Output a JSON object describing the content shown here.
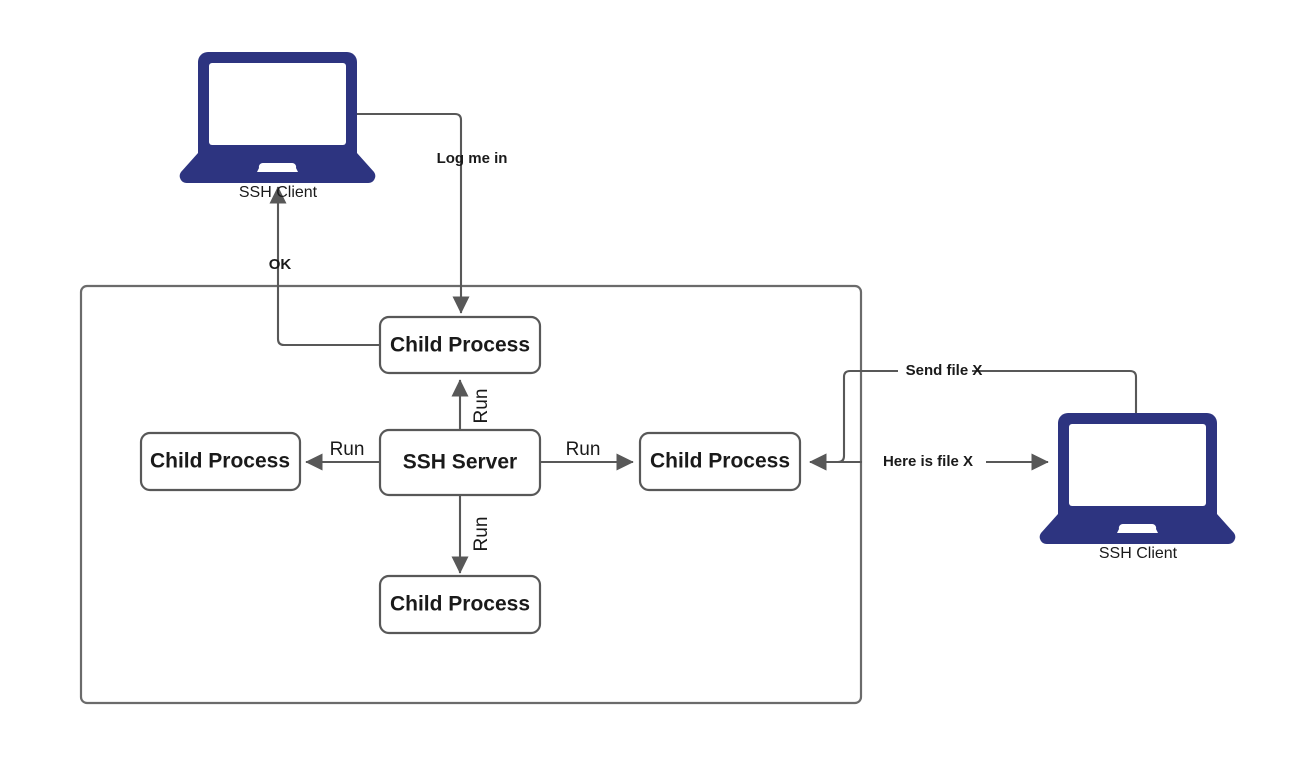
{
  "diagram": {
    "title": "SSH Server and Child Processes",
    "type": "flow-diagram",
    "colors": {
      "device_blue": "#2d3480",
      "line_gray": "#585858",
      "container_gray": "#6b6b6b",
      "text_black": "#1a1a1a",
      "background": "#ffffff"
    },
    "container": {
      "name": "server-host-boundary",
      "label": ""
    },
    "devices": [
      {
        "id": "ssh-client-top",
        "icon": "laptop-icon",
        "caption": "SSH Client"
      },
      {
        "id": "ssh-client-right",
        "icon": "laptop-icon",
        "caption": "SSH Client"
      }
    ],
    "nodes": [
      {
        "id": "child-process-top",
        "label": "Child Process"
      },
      {
        "id": "child-process-left",
        "label": "Child Process"
      },
      {
        "id": "ssh-server",
        "label": "SSH Server"
      },
      {
        "id": "child-process-right",
        "label": "Child Process"
      },
      {
        "id": "child-process-bottom",
        "label": "Child Process"
      }
    ],
    "edges": [
      {
        "id": "edge-log-me-in",
        "label": "Log me in",
        "from": "ssh-client-top",
        "to": "child-process-top",
        "style": "bold"
      },
      {
        "id": "edge-ok",
        "label": "OK",
        "from": "child-process-top",
        "to": "ssh-client-top",
        "style": "bold"
      },
      {
        "id": "edge-run-up",
        "label": "Run",
        "from": "ssh-server",
        "to": "child-process-top",
        "style": "plain"
      },
      {
        "id": "edge-run-left",
        "label": "Run",
        "from": "ssh-server",
        "to": "child-process-left",
        "style": "plain"
      },
      {
        "id": "edge-run-right",
        "label": "Run",
        "from": "ssh-server",
        "to": "child-process-right",
        "style": "plain"
      },
      {
        "id": "edge-run-down",
        "label": "Run",
        "from": "ssh-server",
        "to": "child-process-bottom",
        "style": "plain"
      },
      {
        "id": "edge-send-file",
        "label": "Send file X",
        "from": "ssh-client-right",
        "to": "child-process-right",
        "style": "bold"
      },
      {
        "id": "edge-here-is-file",
        "label": "Here is file X",
        "from": "child-process-right",
        "to": "ssh-client-right",
        "style": "bold"
      }
    ]
  }
}
